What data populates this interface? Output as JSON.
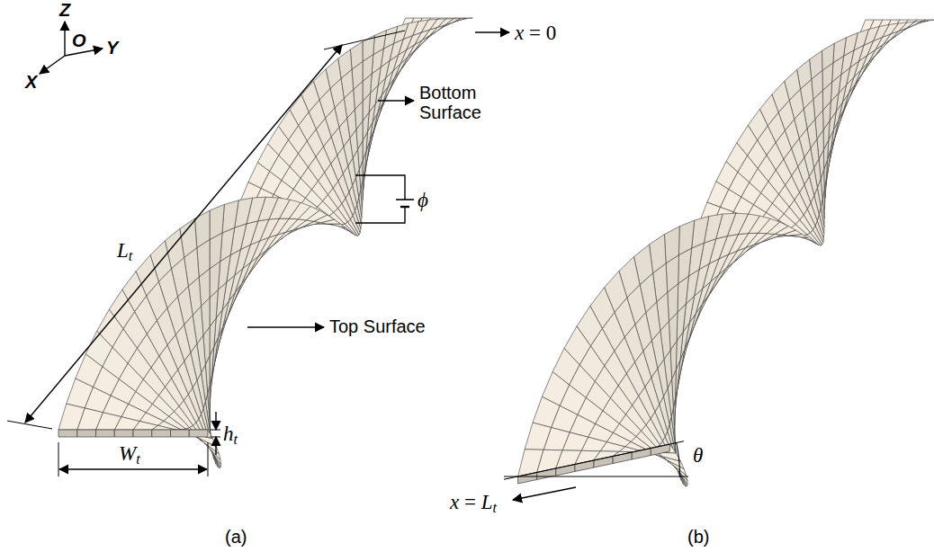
{
  "diagram": {
    "labels": [
      "Z",
      "O",
      "Y",
      "X",
      "Lt",
      "x = 0",
      "Bottom Surface",
      "ϕ",
      "Top Surface",
      "Wt",
      "ht",
      "(a)",
      "x = Lt",
      "θ",
      "(b)"
    ]
  }
}
